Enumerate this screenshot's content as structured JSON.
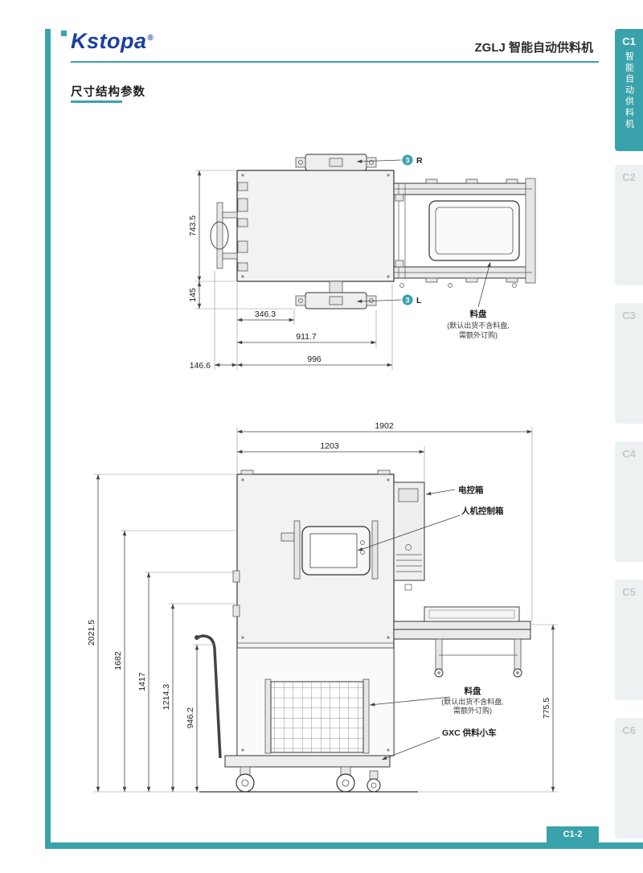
{
  "colors": {
    "accent": "#3aa2aa",
    "logo_blue": "#1b3f9f",
    "tab_inactive_text": "#c3c8ca"
  },
  "header": {
    "logo": "Kstopa",
    "logo_reg": "®",
    "title": "ZGLJ 智能自动供料机"
  },
  "sidebar": {
    "active": {
      "code": "C1",
      "label": "智能自动供料机"
    },
    "tabs": [
      {
        "code": "C2"
      },
      {
        "code": "C3"
      },
      {
        "code": "C4"
      },
      {
        "code": "C5"
      },
      {
        "code": "C6"
      }
    ]
  },
  "section": {
    "title": "尺寸结构参数"
  },
  "top_view": {
    "marker_number": "3",
    "label_r": "R",
    "label_l": "L",
    "tray_label": "料盘",
    "tray_note1": "(默认出货不含料盘,",
    "tray_note2": "需额外订购)",
    "dims": {
      "v1": "743.5",
      "v2": "145",
      "h1": "346.3",
      "h2": "911.7",
      "h3": "146.6",
      "h4": "996"
    }
  },
  "front_view": {
    "label_control_box": "电控箱",
    "label_hmi_box": "人机控制箱",
    "tray_label": "料盘",
    "tray_note1": "(默认出货不含料盘,",
    "tray_note2": "需额外订购)",
    "label_cart": "GXC 供料小车",
    "dims": {
      "w1": "1902",
      "w2": "1203",
      "v1": "2021.5",
      "v2": "1682",
      "v3": "1417",
      "v4": "1214.3",
      "v5": "946.2",
      "v6": "775.5"
    }
  },
  "footer": {
    "page_number": "C1-2"
  }
}
